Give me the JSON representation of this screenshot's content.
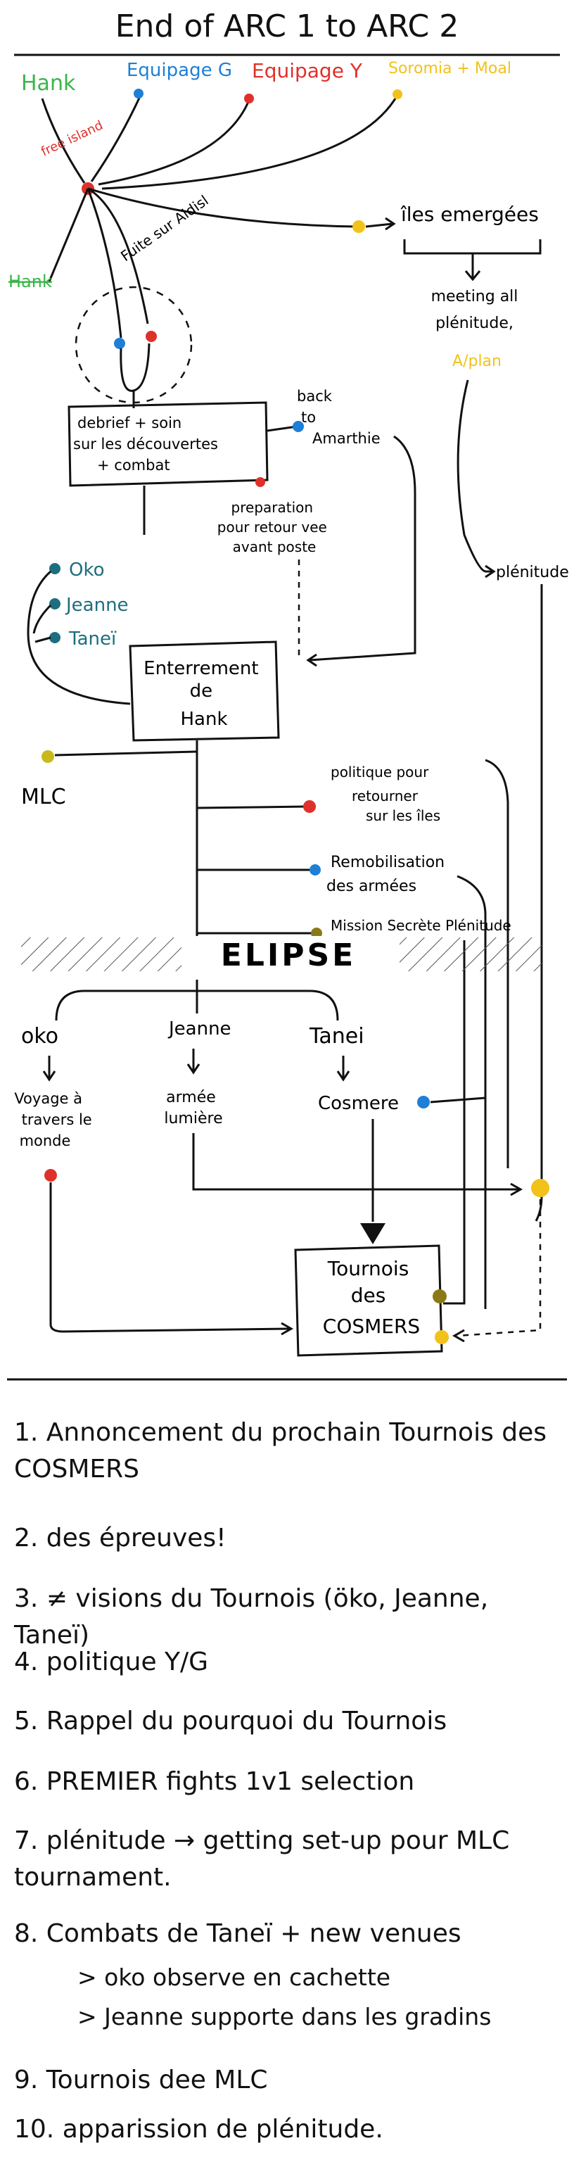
{
  "title": "End of ARC 1 to ARC 2",
  "colors": {
    "green": "#3bb54a",
    "blue": "#1e7fd6",
    "red": "#e0302a",
    "yellow": "#f2c21a",
    "teal": "#1d6e7e",
    "olive": "#8a7a17",
    "ink": "#111111"
  },
  "header": {
    "hank": "Hank",
    "equipage_g": "Equipage G",
    "equipage_y": "Equipage Y",
    "soromia": "Soromia + Moal"
  },
  "nodes": {
    "free_island": "free island",
    "hank_struck": "Hank",
    "fuite": "Fuite sur Aldisl",
    "iles_emergees": "îles emergées",
    "meeting": [
      "meeting all",
      "plénitude,",
      "A/plan"
    ],
    "debrief": [
      "debrief + soin",
      "sur les découvertes",
      "+ combat"
    ],
    "back_to": [
      "back",
      "to",
      "Amarthie"
    ],
    "preparation": [
      "preparation",
      "pour retour vee",
      "avant poste"
    ],
    "plenitude_side": "plénitude",
    "oko": "Oko",
    "jeanne": "Jeanne",
    "tanei": "Taneï",
    "enterrement": [
      "Enterrement",
      "de",
      "Hank"
    ],
    "mlc": "MLC",
    "politique": [
      "politique pour",
      "retourner",
      "sur les îles"
    ],
    "remobilisation": [
      "Remobilisation",
      "des armées"
    ],
    "mission": "Mission Secrète Plénitude",
    "ellipse": "ELIPSE",
    "col_oko": "oko",
    "col_jeanne": "Jeanne",
    "col_tanei": "Tanei",
    "voyage": [
      "Voyage à",
      "travers le",
      "monde"
    ],
    "armee": [
      "armée",
      "lumière"
    ],
    "cosmere": "Cosmere",
    "tournois": [
      "Tournois",
      "des",
      "COSMERS"
    ]
  },
  "list": [
    "1. Annoncement du prochain Tournois des COSMERS",
    "2. des épreuves!",
    "3. ≠ visions du Tournois (öko, Jeanne, Taneï)",
    "4. politique Y/G",
    "5. Rappel du pourquoi du Tournois",
    "6. PREMIER fights 1v1 selection",
    "7. plénitude → getting set-up pour MLC tournament.",
    "8. Combats de Taneï + new venues",
    "9. Tournois dee MLC",
    "10. apparission de plénitude."
  ],
  "sublist": [
    "> oko observe en cachette",
    "> Jeanne supporte dans les gradins"
  ]
}
